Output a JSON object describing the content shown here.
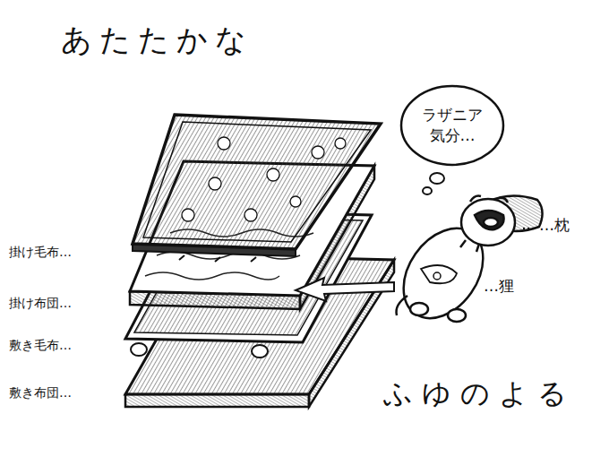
{
  "diagram": {
    "title": "あたたかな",
    "caption": "ふゆのよる",
    "nodes": [
      {
        "text": [
          "ラザニア 気分…"
        ]
      }
    ],
    "labels": [
      "掛け毛布…",
      "掛け布団…",
      "敷き毛布…",
      "敷き布団…",
      "…枕",
      "…狸"
    ]
  }
}
